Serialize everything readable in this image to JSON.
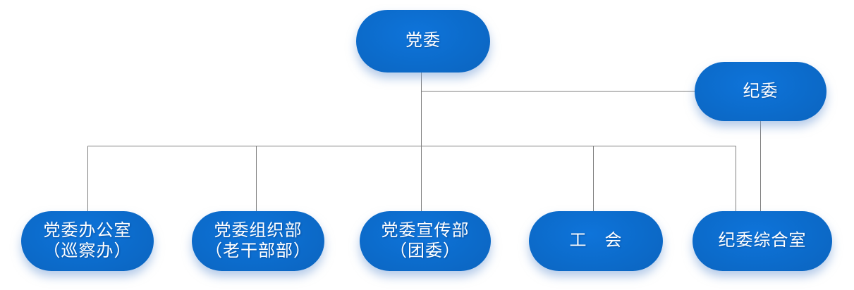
{
  "diagram": {
    "type": "org-chart",
    "background_color": "#ffffff",
    "node_fill_center": "#0e74da",
    "node_fill_edge": "#094f9f",
    "node_text_color": "#ffffff",
    "connector_color": "#7f7f7f",
    "nodes": {
      "party_committee": {
        "label": "党委"
      },
      "discipline_committee": {
        "label": "纪委"
      },
      "party_office": {
        "line1": "党委办公室",
        "line2": "（巡察办）"
      },
      "organization_dept": {
        "line1": "党委组织部",
        "line2": "（老干部部）"
      },
      "publicity_dept": {
        "line1": "党委宣传部",
        "line2": "（团委）"
      },
      "labor_union": {
        "label": "工　会"
      },
      "discipline_office": {
        "label": "纪委综合室"
      }
    },
    "edges": [
      "党委 → 党委办公室（巡察办）",
      "党委 → 党委组织部（老干部部）",
      "党委 → 党委宣传部（团委）",
      "党委 → 工会",
      "党委 → 纪委综合室",
      "党委 → 纪委",
      "纪委 → 纪委综合室"
    ]
  }
}
